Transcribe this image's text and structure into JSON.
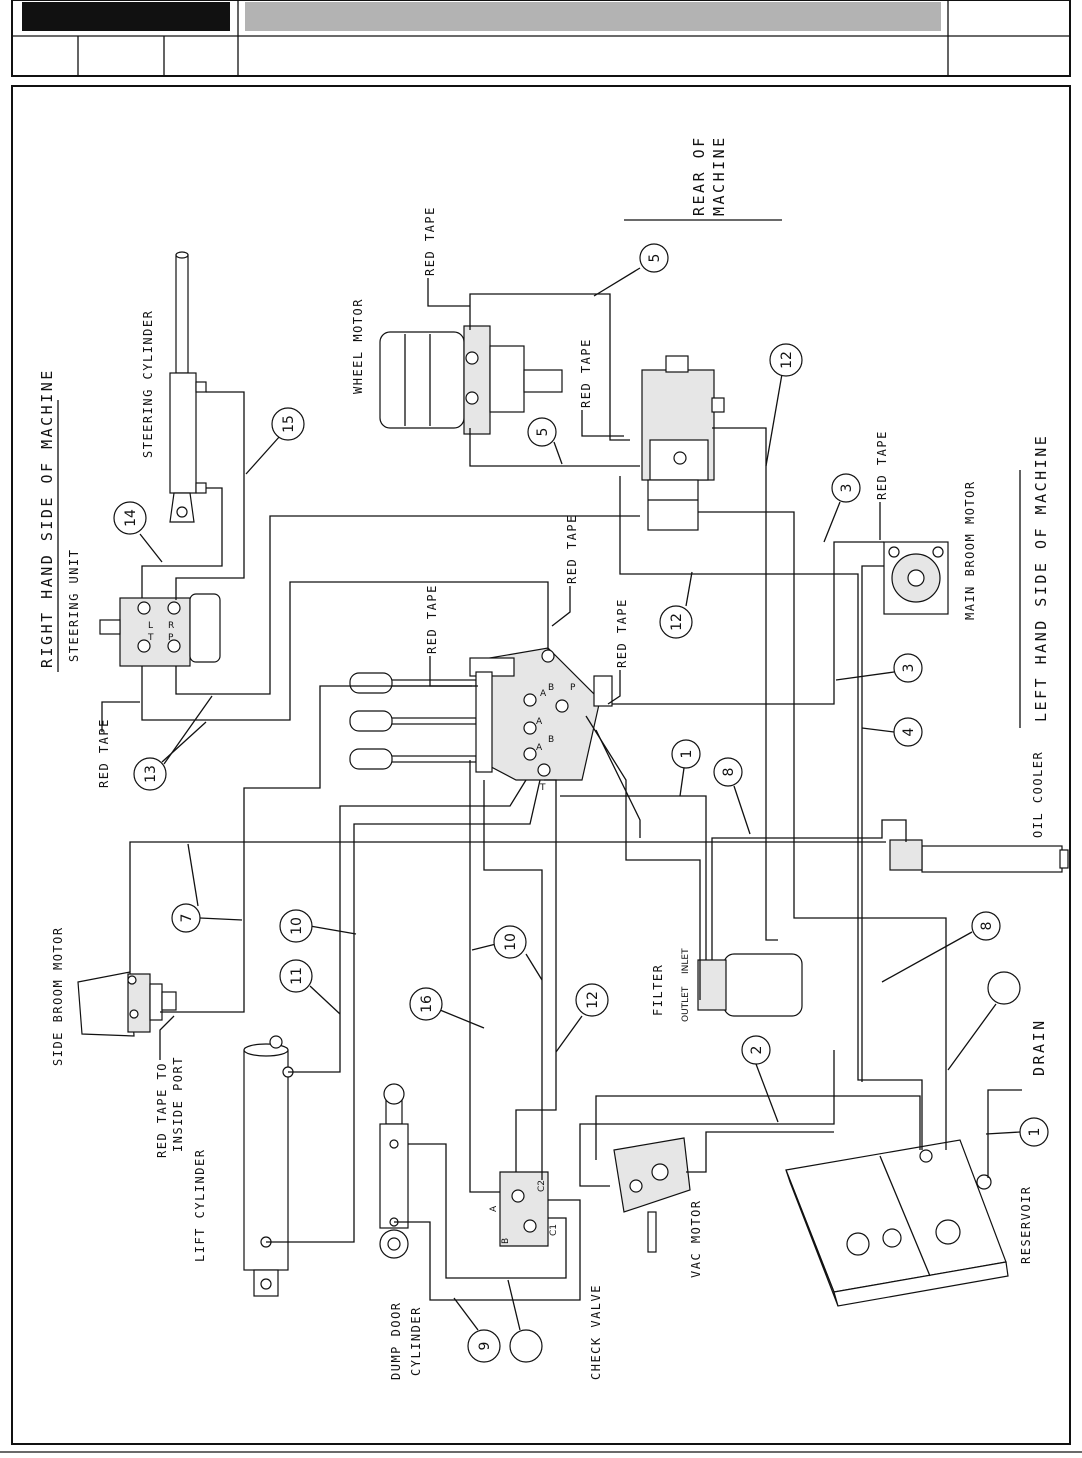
{
  "labels": {
    "right_hand_side": "RIGHT HAND SIDE OF MACHINE",
    "left_hand_side": "LEFT HAND SIDE OF MACHINE",
    "rear_of": "REAR OF",
    "machine": "MACHINE",
    "steering_cylinder": "STEERING CYLINDER",
    "steering_unit": "STEERING UNIT",
    "wheel_motor": "WHEEL MOTOR",
    "main_broom_motor": "MAIN BROOM MOTOR",
    "oil_cooler": "OIL COOLER",
    "side_broom_motor": "SIDE BROOM MOTOR",
    "red_tape_to": "RED TAPE TO",
    "inside_port": "INSIDE PORT",
    "lift_cylinder": "LIFT CYLINDER",
    "dump_door": "DUMP DOOR",
    "cylinder": "CYLINDER",
    "check_valve": "CHECK VALVE",
    "vac_motor": "VAC MOTOR",
    "reservoir": "RESERVOIR",
    "drain": "DRAIN",
    "filter": "FILTER",
    "outlet": "OUTLET",
    "inlet": "INLET",
    "red_tape": "RED TAPE"
  },
  "ports": {
    "steering_l": "L",
    "steering_r": "R",
    "steering_t": "T",
    "steering_p": "P",
    "valve_a": "A",
    "valve_b": "B",
    "valve_p": "P",
    "valve_t": "T",
    "check_a": "A",
    "check_b": "B",
    "check_c1": "C1",
    "check_c2": "C2"
  },
  "callouts": {
    "c5a": "5",
    "c5b": "5",
    "c12a": "12",
    "c15": "15",
    "c14": "14",
    "c3a": "3",
    "c12b": "12",
    "c3b": "3",
    "c4": "4",
    "c13": "13",
    "c1a": "1",
    "c8a": "8",
    "c7": "7",
    "c10a": "10",
    "c11": "11",
    "c10b": "10",
    "c16": "16",
    "c12c": "12",
    "c8b": "8",
    "c2": "2",
    "c1b": "1",
    "c9": "9"
  }
}
